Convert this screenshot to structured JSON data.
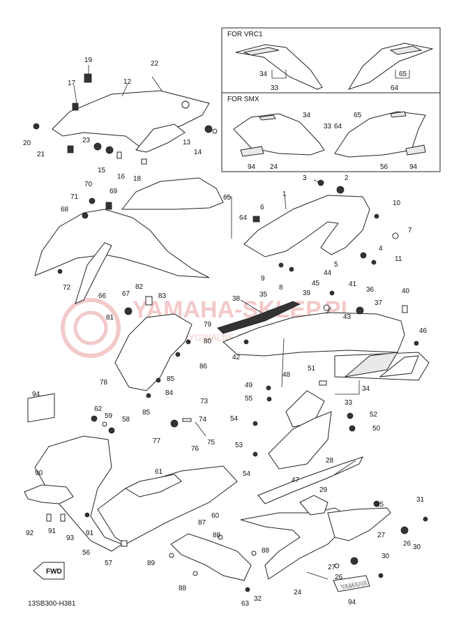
{
  "diagram_code": "13SB300-H381",
  "inset_titles": {
    "vrc1": "FOR VRC1",
    "smx": "FOR SMX"
  },
  "watermark": {
    "main": "YAMAHA-SKLEP.PL",
    "sub": "CZĘŚCI ORYGINALNE Z DEALER YAMAHA"
  },
  "decal_text": "YAMAHA",
  "fwd_label": "FWD",
  "callouts": {
    "c1": "1",
    "c2": "2",
    "c3": "3",
    "c4": "4",
    "c5": "5",
    "c6": "6",
    "c7": "7",
    "c8": "8",
    "c9": "9",
    "c10": "10",
    "c11": "11",
    "c12": "12",
    "c13": "13",
    "c14": "14",
    "c15": "15",
    "c16": "16",
    "c17": "17",
    "c18": "18",
    "c19": "19",
    "c20": "20",
    "c21": "21",
    "c22": "22",
    "c23": "23",
    "c24": "24",
    "c24b": "24",
    "c25": "25",
    "c26": "26",
    "c26b": "26",
    "c27": "27",
    "c27b": "27",
    "c28": "28",
    "c29": "29",
    "c30": "30",
    "c30b": "30",
    "c31": "31",
    "c32": "32",
    "c33": "33",
    "c33b": "33",
    "c33c": "33",
    "c34": "34",
    "c34b": "34",
    "c34c": "34",
    "c35": "35",
    "c36": "36",
    "c37": "37",
    "c38": "38",
    "c39": "39",
    "c40": "40",
    "c41": "41",
    "c42": "42",
    "c43": "43",
    "c44": "44",
    "c45": "45",
    "c46": "46",
    "c47": "47",
    "c48": "48",
    "c49": "49",
    "c50": "50",
    "c51": "51",
    "c52": "52",
    "c53": "53",
    "c54": "54",
    "c54b": "54",
    "c55": "55",
    "c56": "56",
    "c56b": "56",
    "c57": "57",
    "c58": "58",
    "c59": "59",
    "c60": "60",
    "c61": "61",
    "c62": "62",
    "c63": "63",
    "c64": "64",
    "c64b": "64",
    "c64c": "64",
    "c65": "65",
    "c65b": "65",
    "c65c": "65",
    "c66": "66",
    "c67": "67",
    "c68": "68",
    "c69": "69",
    "c70": "70",
    "c71": "71",
    "c72": "72",
    "c73": "73",
    "c74": "74",
    "c75": "75",
    "c76": "76",
    "c77": "77",
    "c78": "78",
    "c79": "79",
    "c80": "80",
    "c81": "81",
    "c82": "82",
    "c83": "83",
    "c84": "84",
    "c85": "85",
    "c85b": "85",
    "c86": "86",
    "c87": "87",
    "c88": "88",
    "c88b": "88",
    "c88c": "88",
    "c89": "89",
    "c90": "90",
    "c91": "91",
    "c91b": "91",
    "c92": "92",
    "c93": "93",
    "c94": "94",
    "c94b": "94",
    "c94c": "94",
    "c94d": "94"
  }
}
